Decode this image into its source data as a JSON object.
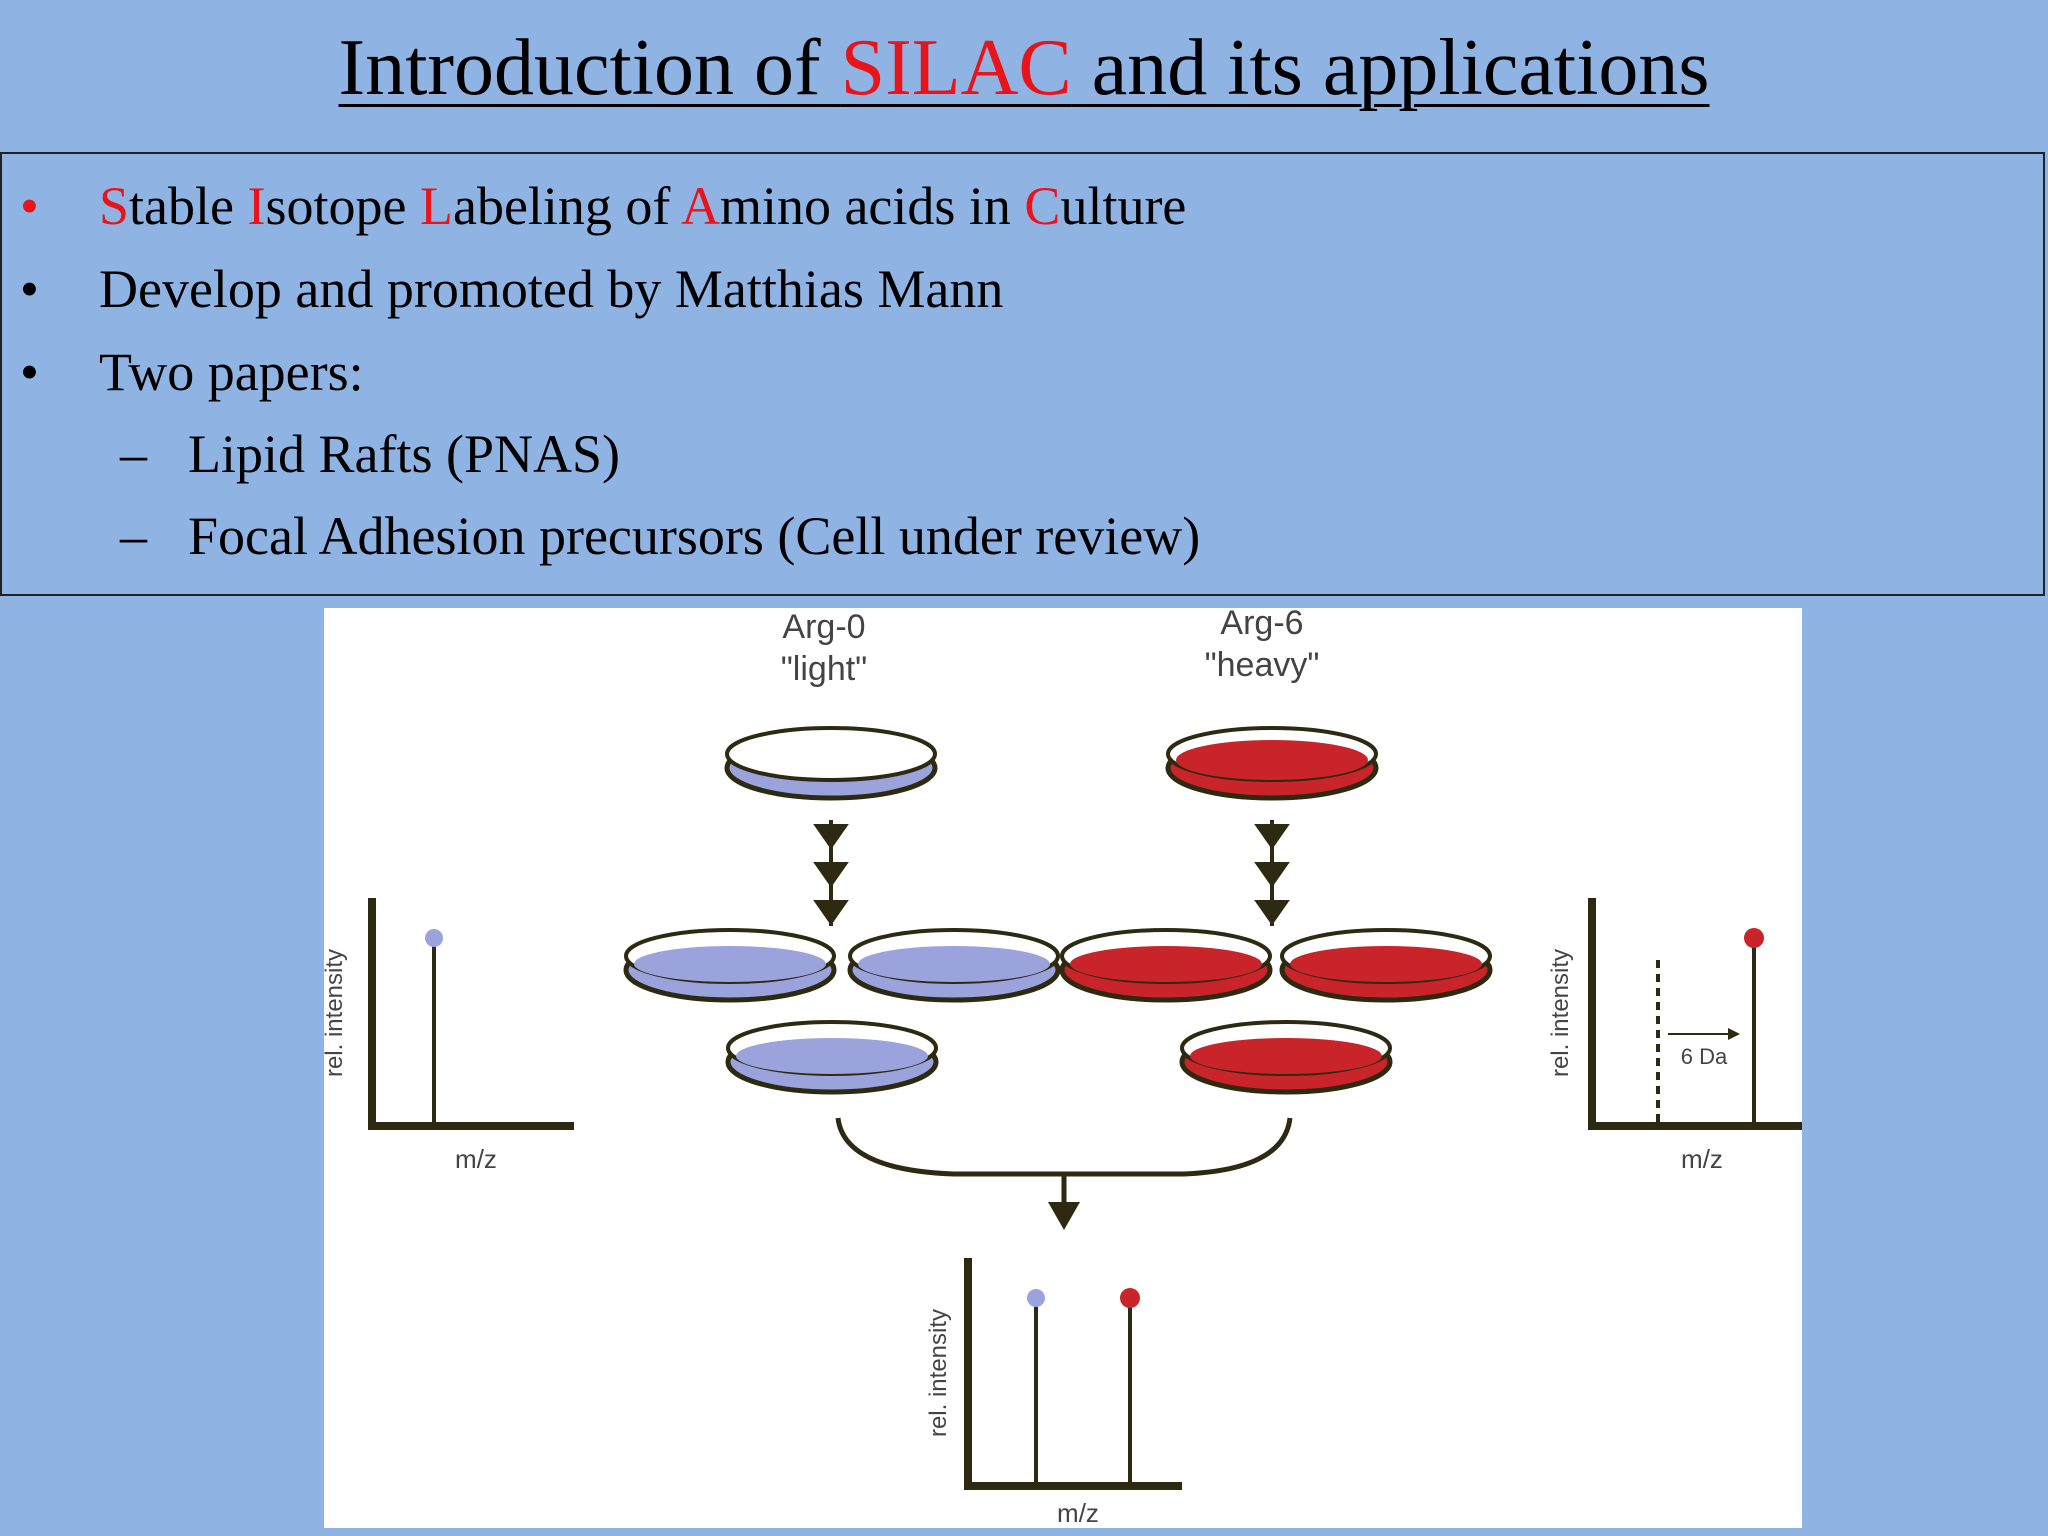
{
  "title": {
    "prefix": "Introduction of ",
    "highlight": "SILAC",
    "suffix": " and its applications"
  },
  "bullets": {
    "item1": {
      "parts": [
        {
          "t": "S",
          "red": true
        },
        {
          "t": "table ",
          "red": false
        },
        {
          "t": "I",
          "red": true
        },
        {
          "t": "sotope ",
          "red": false
        },
        {
          "t": "L",
          "red": true
        },
        {
          "t": "abeling of ",
          "red": false
        },
        {
          "t": "A",
          "red": true
        },
        {
          "t": "mino acids in ",
          "red": false
        },
        {
          "t": "C",
          "red": true
        },
        {
          "t": "ulture",
          "red": false
        }
      ]
    },
    "item2": "Develop and promoted by Matthias Mann",
    "item3": "Two papers:",
    "sub1": "Lipid Rafts (PNAS)",
    "sub2": "Focal Adhesion precursors (Cell under review)",
    "bullet_char": "•",
    "dash_char": "–"
  },
  "figure": {
    "light_label_1": "Arg-0",
    "light_label_2": "\"light\"",
    "heavy_label_1": "Arg-6",
    "heavy_label_2": "\"heavy\"",
    "ylabel": "rel. intensity",
    "xlabel": "m/z",
    "shift_label": "6 Da"
  },
  "colors": {
    "background": "#8fb3e3",
    "accent_red": "#e8141a",
    "light_dish": "#9aa3dc",
    "heavy_dish": "#c8242a",
    "axis": "#2e2a12"
  }
}
